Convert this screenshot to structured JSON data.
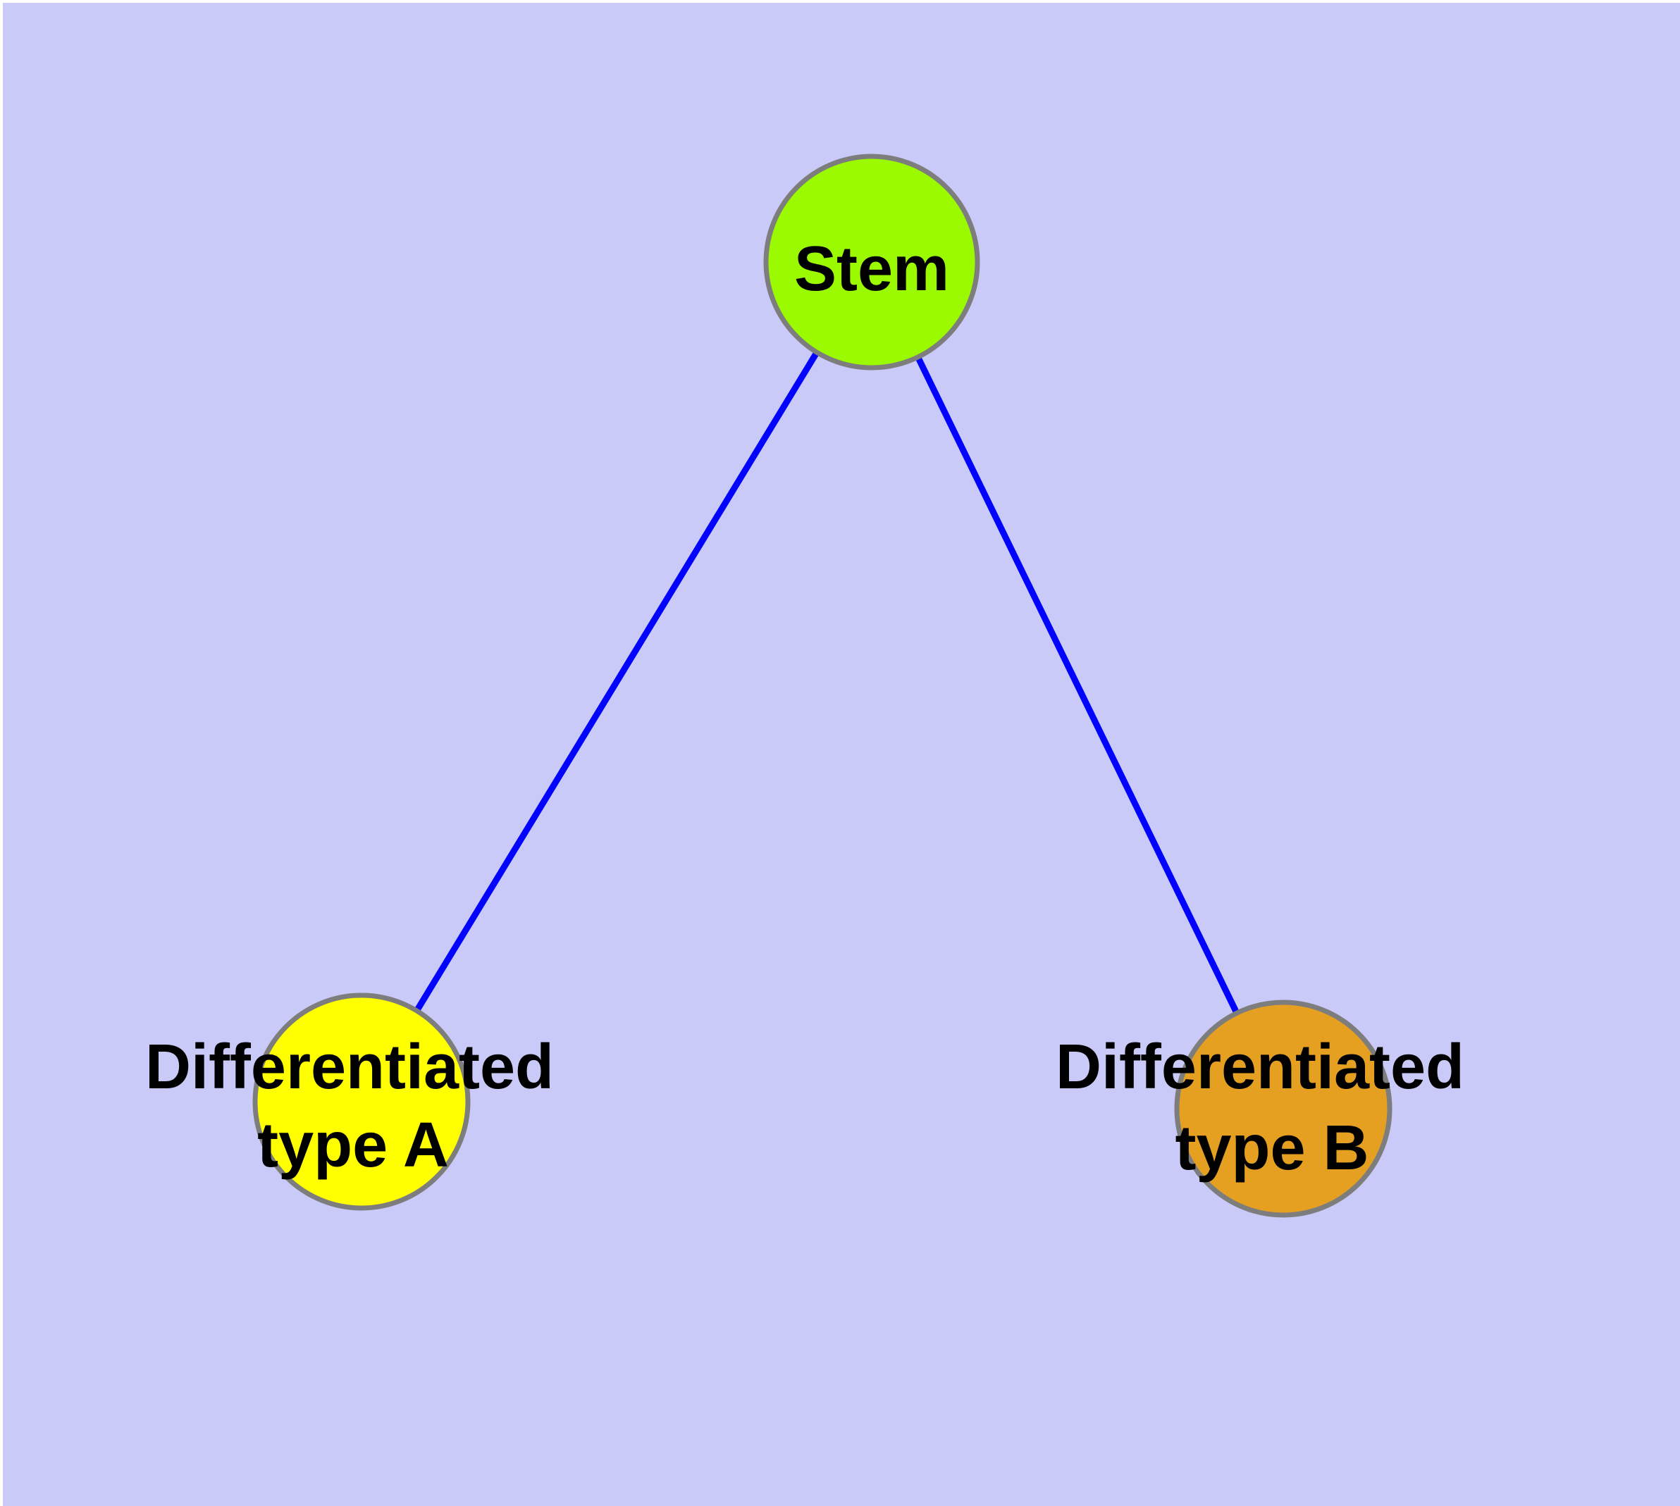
{
  "canvas": {
    "background_color": "#cacaf8",
    "margin_color": "#ffffff"
  },
  "diagram": {
    "type": "graph",
    "nodes": [
      {
        "id": "stem",
        "label": "Stem",
        "fill": "#9bfa00",
        "border_color": "#7d7d7d"
      },
      {
        "id": "differentiated-type-a",
        "label_line1": "Differentiated",
        "label_line2": "type A",
        "fill": "#ffff00",
        "border_color": "#7d7d7d"
      },
      {
        "id": "differentiated-type-b",
        "label_line1": "Differentiated",
        "label_line2": "type B",
        "fill": "#e5a021",
        "border_color": "#7d7d7d"
      }
    ],
    "edges": [
      {
        "from": "stem",
        "to": "differentiated-type-a",
        "color": "#0202ff"
      },
      {
        "from": "stem",
        "to": "differentiated-type-b",
        "color": "#0202ff"
      }
    ],
    "text_color": "#000000"
  }
}
